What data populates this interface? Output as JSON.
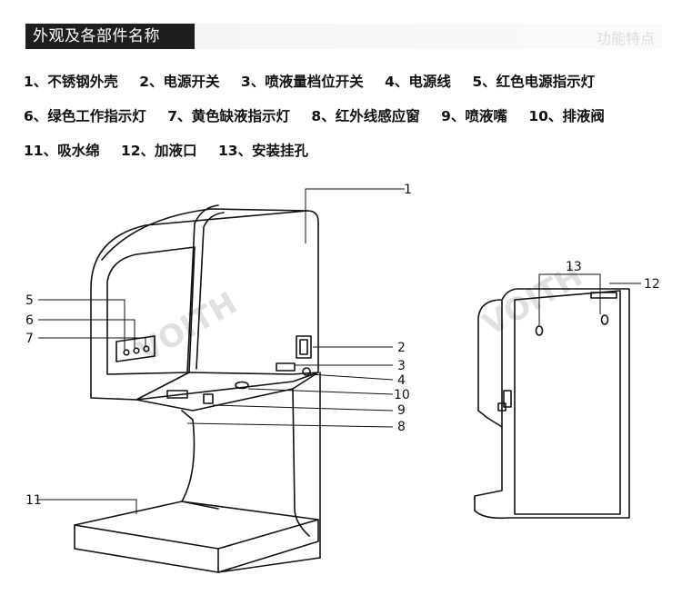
{
  "section_title": "外观及各部件名称",
  "faded_header_text": "功能特点",
  "watermark": "VOITH",
  "parts": [
    {
      "n": "1",
      "label": "1、不锈钢外壳"
    },
    {
      "n": "2",
      "label": "2、电源开关"
    },
    {
      "n": "3",
      "label": "3、喷液量档位开关"
    },
    {
      "n": "4",
      "label": "4、电源线"
    },
    {
      "n": "5",
      "label": "5、红色电源指示灯"
    },
    {
      "n": "6",
      "label": "6、绿色工作指示灯"
    },
    {
      "n": "7",
      "label": "7、黄色缺液指示灯"
    },
    {
      "n": "8",
      "label": "8、红外线感应窗"
    },
    {
      "n": "9",
      "label": "9、喷液嘴"
    },
    {
      "n": "10",
      "label": "10、排液阀"
    },
    {
      "n": "11",
      "label": "11、吸水绵"
    },
    {
      "n": "12",
      "label": "12、加液口"
    },
    {
      "n": "13",
      "label": "13、安装挂孔"
    }
  ],
  "callouts": {
    "c1": "1",
    "c2": "2",
    "c3": "3",
    "c4": "4",
    "c5": "5",
    "c6": "6",
    "c7": "7",
    "c8": "8",
    "c9": "9",
    "c10": "10",
    "c11": "11",
    "c12": "12",
    "c13": "13"
  }
}
